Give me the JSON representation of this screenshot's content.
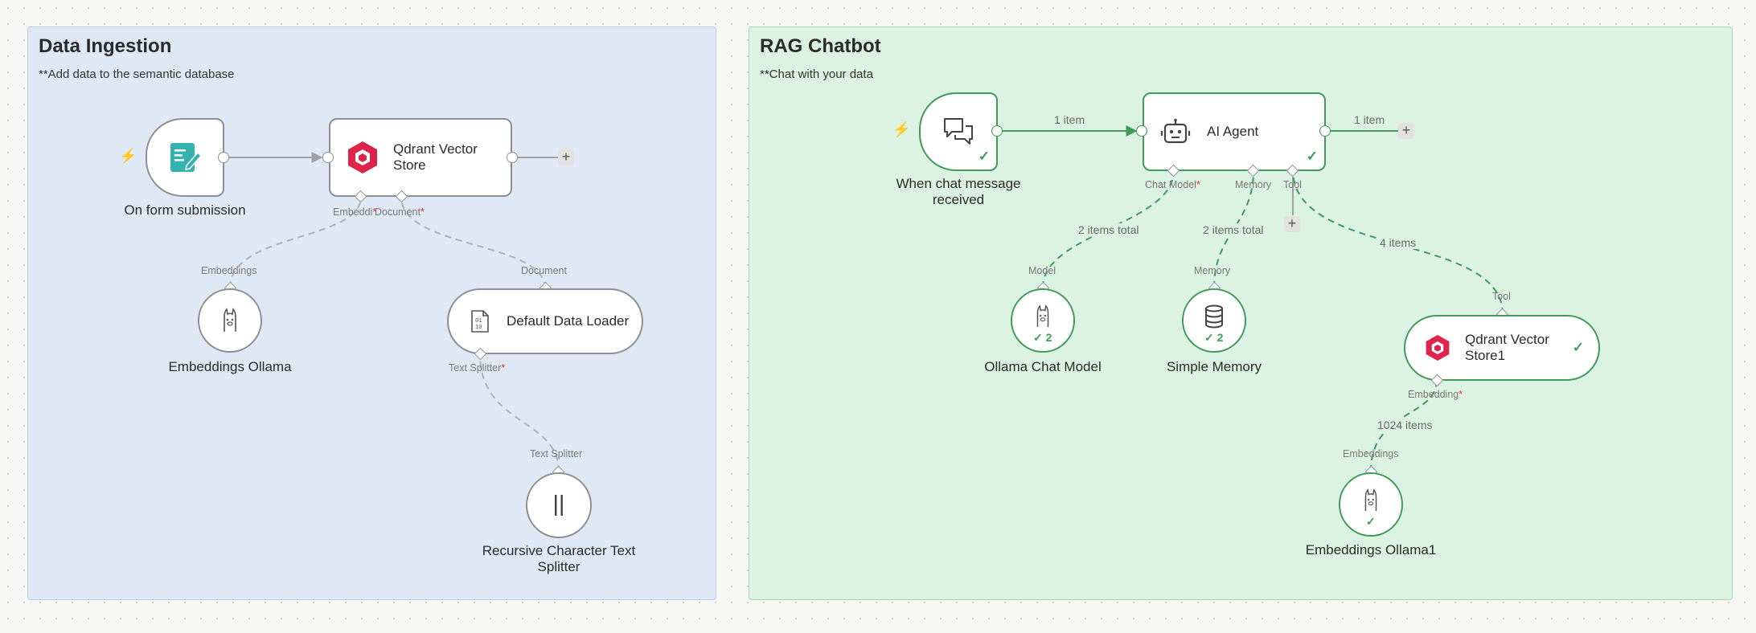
{
  "sticky_notes": [
    {
      "title": "Data Ingestion",
      "subtitle": "**Add data to the semantic database"
    },
    {
      "title": "RAG Chatbot",
      "subtitle": "**Chat with your data"
    }
  ],
  "nodes": {
    "form_trigger": {
      "label": "On form submission",
      "icon": "form-icon"
    },
    "qdrant_store": {
      "label": "Qdrant Vector Store",
      "icon": "qdrant-icon"
    },
    "embeddings_ollama": {
      "label": "Embeddings Ollama",
      "icon": "ollama-icon"
    },
    "default_data_loader": {
      "label": "Default Data Loader",
      "icon": "file-binary-icon"
    },
    "text_splitter": {
      "label": "Recursive Character Text Splitter",
      "icon": "splitter-icon"
    },
    "chat_trigger": {
      "label": "When chat message received",
      "icon": "chat-icon",
      "status": "success"
    },
    "ai_agent": {
      "label": "AI Agent",
      "icon": "robot-icon",
      "status": "success"
    },
    "ollama_chat_model": {
      "label": "Ollama Chat Model",
      "icon": "ollama-icon",
      "run_count": "2"
    },
    "simple_memory": {
      "label": "Simple Memory",
      "icon": "database-icon",
      "run_count": "2"
    },
    "qdrant_store1": {
      "label": "Qdrant Vector Store1",
      "icon": "qdrant-icon",
      "status": "success"
    },
    "embeddings_ollama1": {
      "label": "Embeddings Ollama1",
      "icon": "ollama-icon",
      "status": "success"
    }
  },
  "endpoints": {
    "qdrant_embedding": "Embeddi",
    "qdrant_document": "Document",
    "embeddings_ollama_out": "Embeddings",
    "loader_document_in": "Document",
    "loader_text_splitter": "Text Splitter",
    "splitter_out": "Text Splitter",
    "agent_chat_model": "Chat Model",
    "agent_memory": "Memory",
    "agent_tool": "Tool",
    "chat_model_out": "Model",
    "memory_out": "Memory",
    "qdrant1_tool_in": "Tool",
    "qdrant1_embedding": "Embedding",
    "embeddings1_out": "Embeddings",
    "required_mark": "*"
  },
  "connection_counts": {
    "trigger_to_agent": "1 item",
    "agent_out": "1 item",
    "chat_model": "2 items total",
    "memory": "2 items total",
    "tool": "4 items",
    "embedding": "1024 items"
  },
  "controls": {
    "add_symbol": "+",
    "trigger_symbol": "⚡"
  },
  "colors": {
    "success": "#3f9b58",
    "required": "#d9342b",
    "ingestion_note": "#dfe8f5",
    "chatbot_note": "#dcf2e2",
    "trigger_bolt": "#ee7a55",
    "qdrant": "#dc244c",
    "form_icon": "#35b2b0"
  }
}
